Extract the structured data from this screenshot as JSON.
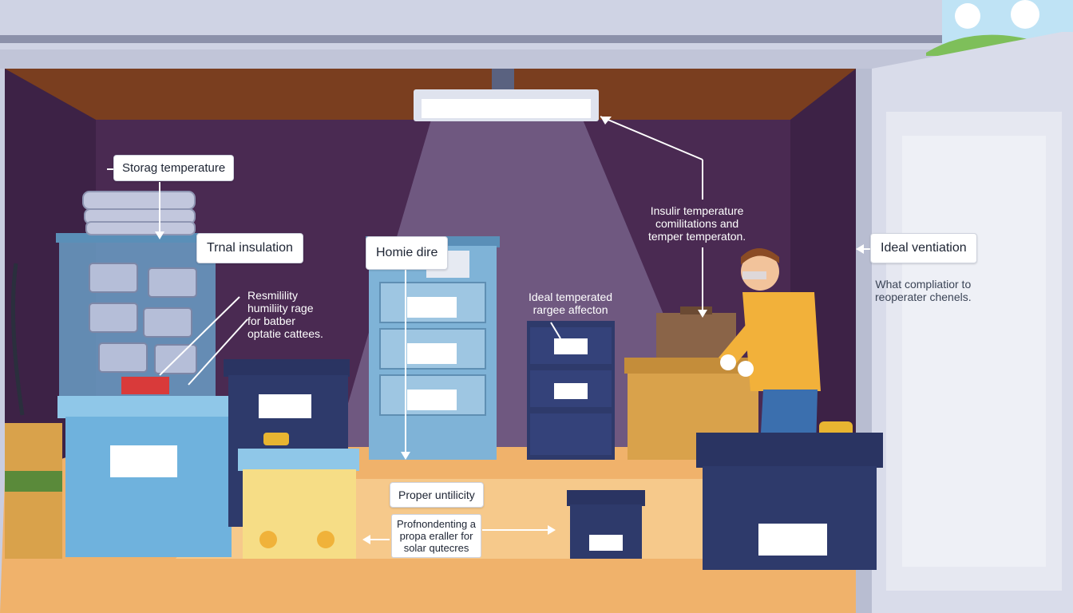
{
  "labels": {
    "storage_temperature": "Storag temperature",
    "thermal_insulation": "Trnal insulation",
    "home_dire": "Homie dire",
    "ideal_ventilation": "Ideal ventiation",
    "proper_humidity": "Proper untilicity"
  },
  "notes": {
    "humidity_range": [
      "Resmilility",
      "humiliity rage",
      "for batber",
      "optatie cattees."
    ],
    "temperature_combinations": [
      "Insulir temperature",
      "comilitations and",
      "temper temperaton."
    ],
    "ideal_temperature": [
      "Ideal temperated",
      "rargee affecton"
    ],
    "ventilation_detail": [
      "What compliatior to",
      "reoperater chenels."
    ],
    "solar_batteries": [
      "Profnondenting a",
      "propa eraller for",
      "solar qutecres"
    ]
  },
  "colors": {
    "sky": "#bfe3f5",
    "wall": "#4a2a52",
    "ceiling": "#7a3e1f",
    "floor": "#f0b26b",
    "storage_blue": "#6fb2dd",
    "storage_navy": "#2e3a6b",
    "storage_yellow": "#f6dd86",
    "storage_tan": "#d9a24b",
    "worker_shirt": "#f2b13a"
  },
  "icons": [
    "ceiling-light-icon",
    "battery-icon",
    "door-icon",
    "worker-figure"
  ]
}
